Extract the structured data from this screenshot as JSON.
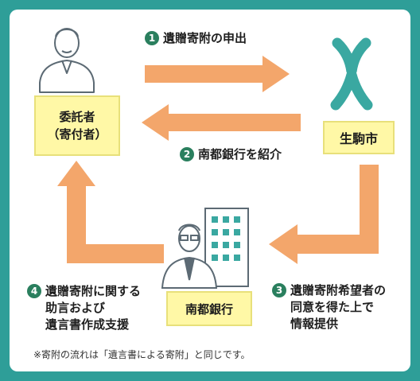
{
  "colors": {
    "arrow": "#f3a66b",
    "node_fill": "#fff8a6",
    "step_number": "#2a7f5e",
    "frame": "#2e9e98",
    "logo": "#3aa8a1"
  },
  "nodes": {
    "consignor_line1": "委託者",
    "consignor_line2": "（寄付者）",
    "city": "生駒市",
    "bank": "南都銀行"
  },
  "steps": [
    {
      "number": "1",
      "lines": [
        "遺贈寄附の申出"
      ]
    },
    {
      "number": "2",
      "lines": [
        "南都銀行を紹介"
      ]
    },
    {
      "number": "3",
      "lines": [
        "遺贈寄附希望者の",
        "同意を得た上で",
        "情報提供"
      ]
    },
    {
      "number": "4",
      "lines": [
        "遺贈寄附に関する",
        "助言および",
        "遺言書作成支援"
      ]
    }
  ],
  "icons": {
    "consignor": "person-icon",
    "city": "ikoma-city-logo",
    "bank": "banker-building-icon"
  },
  "footnote": "※寄附の流れは「遺言書による寄附」と同じです。"
}
